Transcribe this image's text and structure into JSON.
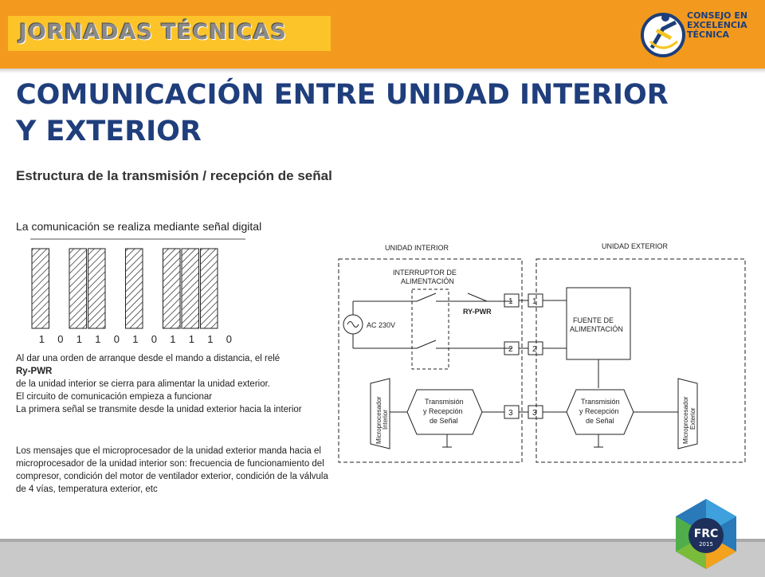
{
  "header": {
    "banner_text": "JORNADAS TÉCNICAS",
    "logo": {
      "line1": "CONSEJO EN",
      "line2": "EXCELENCIA",
      "line3": "TÉCNICA"
    },
    "bar_color": "#f39a1e",
    "banner_color": "#fdc42a"
  },
  "slide": {
    "title_line1": "COMUNICACIÓN ENTRE UNIDAD INTERIOR",
    "title_line2": "Y EXTERIOR",
    "subtitle": "Estructura de la transmisión / recepción de señal",
    "intro": "La comunicación se realiza mediante señal digital",
    "pulse_bits": [
      "1",
      "0",
      "1",
      "1",
      "0",
      "1",
      "0",
      "1",
      "1",
      "1",
      "0"
    ],
    "paragraph1": {
      "line1": "Al dar una orden de arranque desde el mando a distancia, el relé",
      "line2_bold": "Ry-PWR",
      "line3": "de la unidad interior se cierra para alimentar la unidad exterior.",
      "line4": "El circuito de comunicación empieza a funcionar",
      "line5": "La primera señal se transmite desde la unidad exterior hacia la interior"
    },
    "paragraph2": "Los mensajes que el microprocesador de la unidad exterior manda hacia el microprocesador de la unidad interior son: frecuencia de funcionamiento del compresor, condición del motor de ventilador exterior, condición de la válvula de 4 vías, temperatura exterior, etc"
  },
  "diagram": {
    "indoor_label": "UNIDAD INTERIOR",
    "outdoor_label": "UNIDAD EXTERIOR",
    "switch_label_1": "INTERRUPTOR DE",
    "switch_label_2": "ALIMENTACIÓN",
    "relay_label": "RY-PWR",
    "ac_label": "AC 230V",
    "supply_label_1": "FUENTE DE",
    "supply_label_2": "ALIMENTACIÓN",
    "trx_line1": "Transmisión",
    "trx_line2": "y Recepción",
    "trx_line3": "de Señal",
    "micro_indoor_1": "Microprocesador",
    "micro_indoor_2": "Interior",
    "micro_outdoor_1": "Microprocesador",
    "micro_outdoor_2": "Exterior",
    "terminals": [
      "1",
      "2",
      "3"
    ]
  },
  "footer": {
    "logo_text": "FRC",
    "logo_year": "2015"
  }
}
